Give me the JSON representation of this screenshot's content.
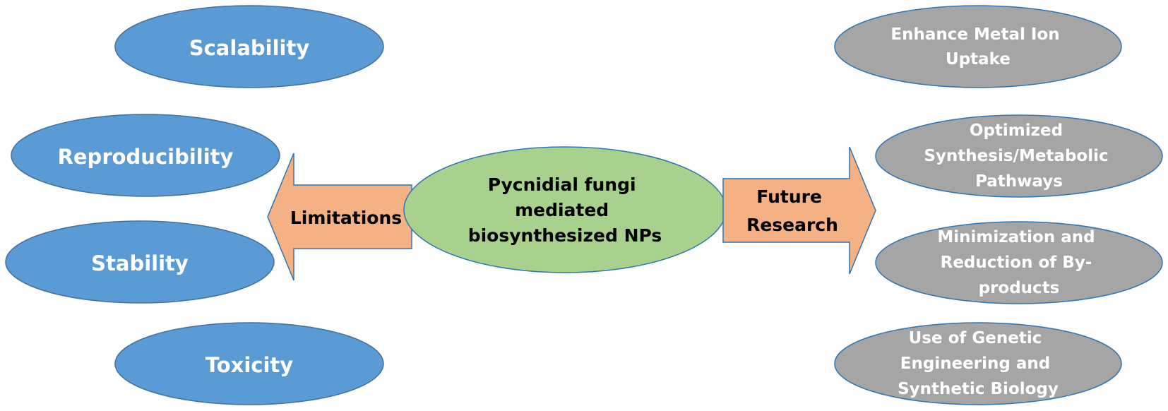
{
  "center": {
    "lines": [
      "Pycnidial fungi",
      "mediated",
      "biosynthesized NPs"
    ]
  },
  "left_arrow": {
    "lines": [
      "Limitations"
    ]
  },
  "right_arrow": {
    "lines": [
      "Future",
      "Research"
    ]
  },
  "limitations": [
    {
      "lines": [
        "Scalability"
      ]
    },
    {
      "lines": [
        "Reproducibility"
      ]
    },
    {
      "lines": [
        "Stability"
      ]
    },
    {
      "lines": [
        "Toxicity"
      ]
    }
  ],
  "future_research": [
    {
      "lines": [
        "Enhance Metal Ion",
        "Uptake"
      ]
    },
    {
      "lines": [
        "Optimized",
        "Synthesis/Metabolic",
        "Pathways"
      ]
    },
    {
      "lines": [
        "Minimization and",
        "Reduction of By-",
        "products"
      ]
    },
    {
      "lines": [
        "Use of Genetic",
        "Engineering and",
        "Synthetic Biology"
      ]
    }
  ],
  "colors": {
    "limitation_fill": "#5b9bd5",
    "limitation_stroke": "#41719c",
    "future_fill": "#a5a5a5",
    "future_stroke": "#2e75b6",
    "center_fill": "#a9d18e",
    "center_stroke": "#2e75b6",
    "arrow_fill": "#f4b183",
    "arrow_stroke": "#2e75b6"
  }
}
